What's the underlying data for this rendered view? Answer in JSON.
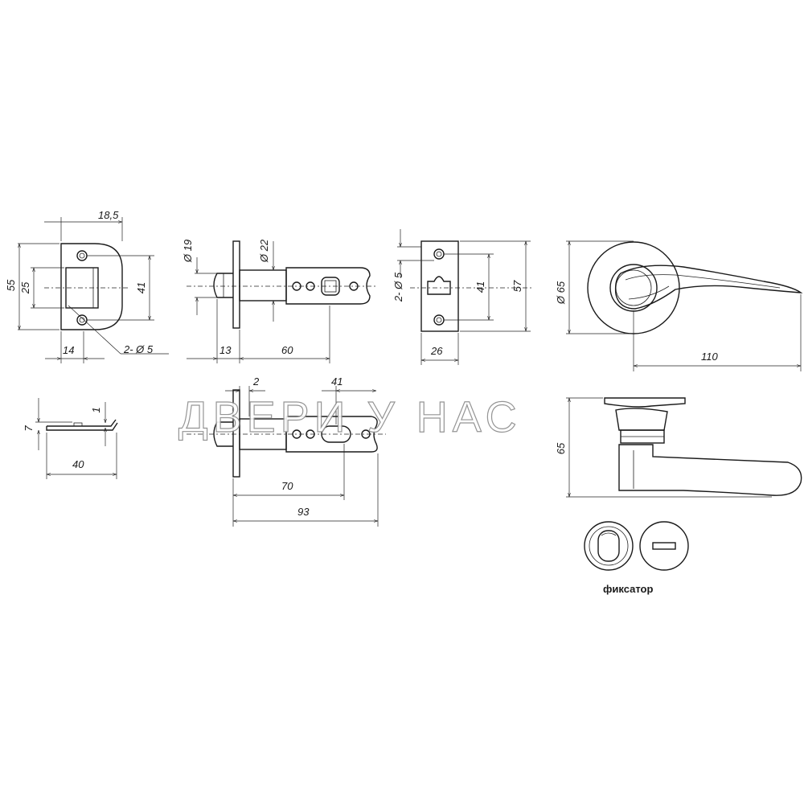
{
  "watermark": "ДВЕРИ У НАС",
  "strike_plate": {
    "width": "18,5",
    "height": "55",
    "inner_height": "25",
    "hole_spacing": "41",
    "offset": "14",
    "holes": "2- Ø 5"
  },
  "strike_side": {
    "thickness": "7",
    "lip": "1",
    "length": "40"
  },
  "latch_top": {
    "bolt_diameter": "Ø 19",
    "body_diameter": "Ø 22",
    "faceplate": "13",
    "backset": "60"
  },
  "latch_bottom": {
    "gap": "2",
    "spacing": "41",
    "backset": "70",
    "overall": "93"
  },
  "faceplate": {
    "holes": "2- Ø 5",
    "hole_spacing": "41",
    "height": "57",
    "width": "26"
  },
  "rosette": {
    "diameter": "Ø 65",
    "lever_length": "110"
  },
  "lever_side": {
    "height": "65"
  },
  "lock_label": "фиксатор"
}
